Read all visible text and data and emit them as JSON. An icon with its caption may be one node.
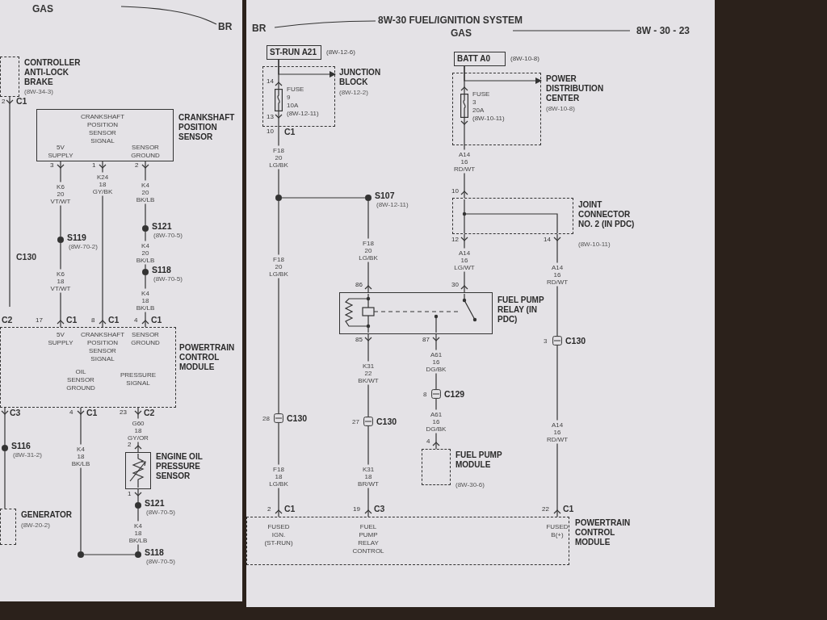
{
  "diagram": {
    "title": "8W-30 FUEL/IGNITION SYSTEM",
    "nodes": [
      {
        "text": [
          "CONTROLLER ANTI-LOCK BRAKE",
          "(8W-34-3)"
        ]
      },
      {
        "text": [
          "CRANKSHAFT POSITION SENSOR",
          "5V SUPPLY",
          "CRANKSHAFT POSITION SENSOR SIGNAL",
          "SENSOR GROUND"
        ]
      },
      {
        "text": [
          "S119",
          "(8W-70-2)"
        ]
      },
      {
        "text": [
          "S121",
          "(8W-70-5)"
        ]
      },
      {
        "text": [
          "S118",
          "(8W-70-5)"
        ]
      },
      {
        "text": [
          "POWERTRAIN CONTROL MODULE",
          "5V SUPPLY",
          "CRANKSHAFT POSITION SENSOR SIGNAL",
          "SENSOR GROUND",
          "OIL SENSOR GROUND",
          "PRESSURE SIGNAL"
        ]
      },
      {
        "text": [
          "S116",
          "(8W-31-2)"
        ]
      },
      {
        "text": [
          "ENGINE OIL PRESSURE SENSOR"
        ]
      },
      {
        "text": [
          "S121",
          "(8W-70-5)"
        ]
      },
      {
        "text": [],
        "shape": "circle"
      },
      {
        "text": [
          "S118",
          "(8W-70-5)"
        ]
      },
      {
        "text": [
          "GENERATOR",
          "(8W-20-2)"
        ]
      },
      {
        "text": [
          "ST-RUN A21"
        ],
        "beside": [
          "(8W-12-6)"
        ]
      },
      {
        "text": [
          "JUNCTION BLOCK",
          "(8W-12-2)"
        ]
      },
      {
        "text": [
          "FUSE 9 10A (8W-12-11)"
        ],
        "in": 13
      },
      {
        "text": [
          "BATT A0"
        ],
        "beside": [
          "(8W-10-8)"
        ]
      },
      {
        "text": [
          "POWER DISTRIBUTION CENTER",
          "(8W-10-8)"
        ]
      },
      {
        "text": [
          "FUSE 3 20A (8W-10-11)"
        ],
        "in": 16
      },
      {
        "text": [],
        "shape": "circle"
      },
      {
        "text": [
          "S107",
          "(8W-12-11)"
        ]
      },
      {
        "text": [
          "JOINT CONNECTOR NO. 2 (IN PDC)",
          "(8W-10-11)"
        ]
      },
      {
        "text": [
          "FUEL PUMP RELAY (IN PDC)"
        ]
      },
      {
        "text": [
          "3",
          "C130"
        ]
      },
      {
        "text": [
          "8",
          "C129"
        ]
      },
      {
        "text": [
          "27",
          "C130"
        ]
      },
      {
        "text": [
          "28",
          "C130"
        ]
      },
      {
        "text": [
          "FUEL PUMP MODULE",
          "(8W-30-6)"
        ]
      },
      {
        "text": [
          "FUSED IGN. (ST-RUN)",
          "FUEL PUMP RELAY CONTROL",
          "FUSED B(+)",
          "POWERTRAIN CONTROL MODULE"
        ]
      }
    ],
    "edges": [
      {
        "from": 0,
        "to": null,
        "arrow": "other"
      },
      {
        "from": 1,
        "to": 2,
        "arrow": "other",
        "label": "K6 20 VT/WT"
      },
      {
        "from": 2,
        "to": 5,
        "arrow": "other",
        "label": "K6 18 VT/WT"
      },
      {
        "from": 1,
        "to": 5,
        "arrow": "other",
        "label": "K24 18 GY/BK"
      },
      {
        "from": 1,
        "to": 3,
        "arrow": "other",
        "label": "K4 20 BK/LB"
      },
      {
        "from": 3,
        "to": 4,
        "arrow": "none",
        "label": "K4 20 BK/LB"
      },
      {
        "from": 4,
        "to": 5,
        "arrow": "other",
        "label": "K4 18 BK/LB"
      },
      {
        "from": 5,
        "to": 6,
        "arrow": "other"
      },
      {
        "from": 6,
        "to": 11,
        "arrow": "none"
      },
      {
        "from": 5,
        "to": 7,
        "arrow": "other",
        "label": "G60 18 GY/OR"
      },
      {
        "from": 7,
        "to": 8,
        "arrow": "other"
      },
      {
        "from": 8,
        "to": 10,
        "arrow": "none",
        "label": "K4 18 BK/LB"
      },
      {
        "from": 5,
        "to": 9,
        "arrow": "other",
        "label": "K4 18 BK/LB"
      },
      {
        "from": 9,
        "to": 10,
        "arrow": "none"
      },
      {
        "from": 12,
        "to": 14,
        "arrow": "other"
      },
      {
        "from": 14,
        "to": 18,
        "arrow": "other",
        "label": "F18 20 LG/BK"
      },
      {
        "from": 18,
        "to": 19,
        "arrow": "none"
      },
      {
        "from": 19,
        "to": 21,
        "arrow": "other",
        "label": "F18 20 LG/BK"
      },
      {
        "from": 18,
        "to": 25,
        "arrow": "none",
        "label": "F18 20 LG/BK"
      },
      {
        "from": 25,
        "to": 27,
        "arrow": "other",
        "label": "F18 18 LG/BK"
      },
      {
        "from": 15,
        "to": 17,
        "arrow": "other"
      },
      {
        "from": 17,
        "to": 20,
        "arrow": "other",
        "label": "A14 16 RD/WT"
      },
      {
        "from": 20,
        "to": 21,
        "arrow": "other",
        "label": "A14 16 LG/WT"
      },
      {
        "from": 20,
        "to": 22,
        "arrow": "other",
        "label": "A14 16 RD/WT"
      },
      {
        "from": 22,
        "to": 27,
        "arrow": "other",
        "label": "A14 16 RD/WT"
      },
      {
        "from": 21,
        "to": 23,
        "arrow": "other",
        "label": "A61 16 DG/BK"
      },
      {
        "from": 23,
        "to": 26,
        "arrow": "other",
        "label": "A61 16 DG/BK"
      },
      {
        "from": 21,
        "to": 24,
        "arrow": "other",
        "label": "K31 22 BK/WT"
      },
      {
        "from": 24,
        "to": 27,
        "arrow": "other",
        "label": "K31 18 BR/WT"
      },
      {
        "from": 12,
        "to": 13,
        "arrow": "to"
      },
      {
        "from": 15,
        "to": 16,
        "arrow": "to"
      }
    ],
    "labels": [
      "GAS",
      "BR",
      "BR",
      "GAS",
      "8W - 30 - 23",
      "2",
      "C1",
      "C130",
      "3",
      "1",
      "2",
      "C2",
      "17",
      "C1",
      "8",
      "C1",
      "4",
      "C1",
      "C3",
      "4",
      "C1",
      "23",
      "C2",
      "2",
      "1",
      "14",
      "13",
      "10",
      "C1",
      "10",
      "12",
      "14",
      "86",
      "30",
      "85",
      "87",
      "4",
      "2",
      "C1",
      "19",
      "C3",
      "22",
      "C1"
    ]
  }
}
